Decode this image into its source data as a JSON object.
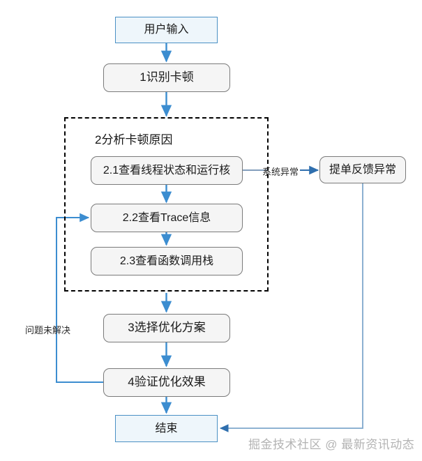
{
  "diagram": {
    "title_group": "2分析卡顿原因",
    "nodes": {
      "start": "用户输入",
      "step1": "1识别卡顿",
      "step2_1": "2.1查看线程状态和运行核",
      "step2_2": "2.2查看Trace信息",
      "step2_3": "2.3查看函数调用栈",
      "step3": "3选择优化方案",
      "step4": "4验证优化效果",
      "end": "结束",
      "exception": "提单反馈异常"
    },
    "edge_labels": {
      "system_exception": "系统异常",
      "unresolved": "问题未解决"
    },
    "colors": {
      "arrow": "#3c8dd0",
      "terminal_fill": "#eef6fb",
      "terminal_border": "#4a90c4",
      "process_fill": "#f5f5f5",
      "process_border": "#7a7a7a",
      "group_border": "#000000",
      "text": "#1a1a1a",
      "watermark": "#9a9a9a"
    }
  },
  "watermark": {
    "text": "掘金技术社区 @ 最新资讯动态"
  }
}
